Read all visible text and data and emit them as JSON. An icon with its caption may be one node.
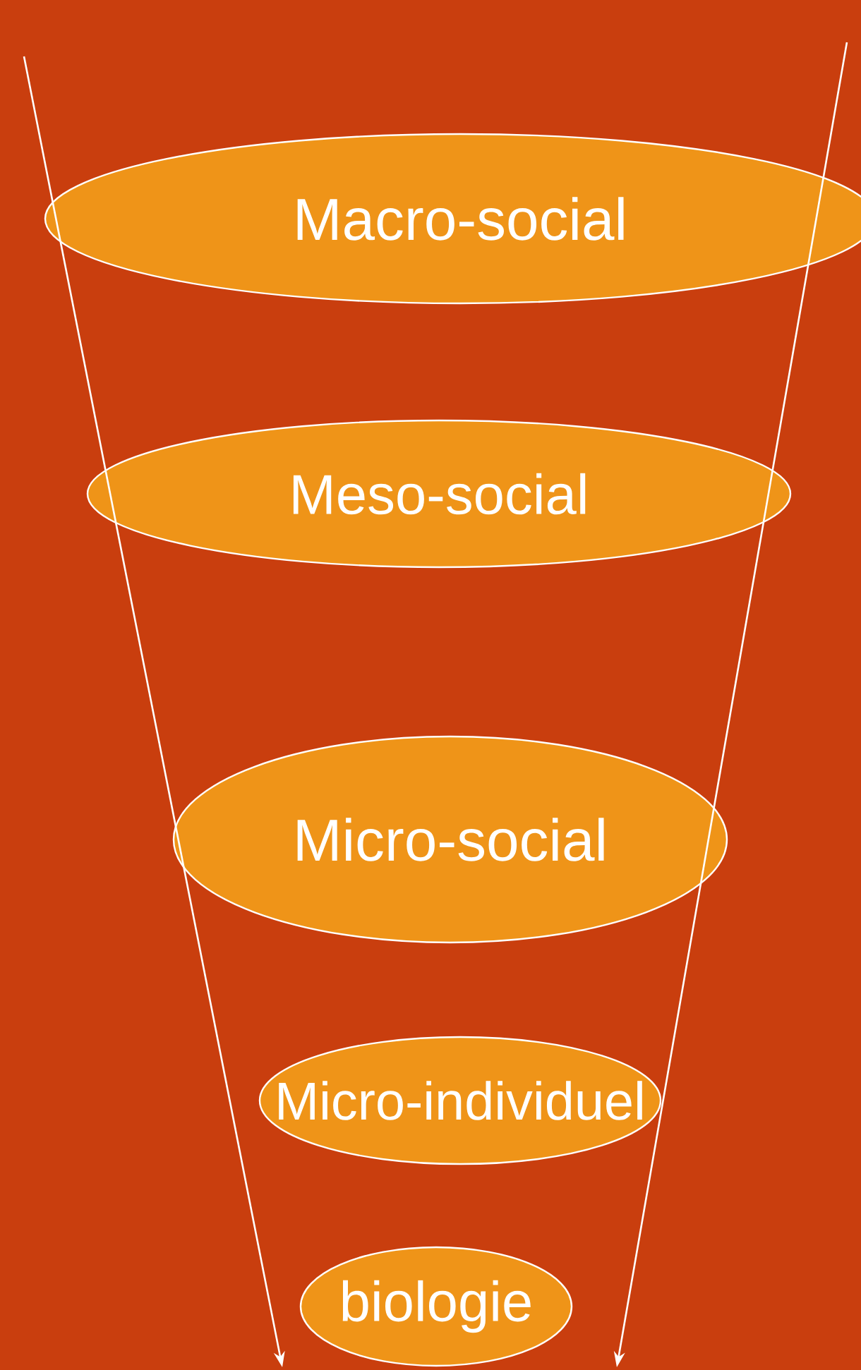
{
  "diagram": {
    "nodes": [
      {
        "text": [
          "Macro-social"
        ]
      },
      {
        "text": [
          "Meso-social"
        ]
      },
      {
        "text": [
          "Micro-social"
        ]
      },
      {
        "text": [
          "Micro-individuel"
        ]
      },
      {
        "text": [
          "biologie"
        ]
      }
    ]
  }
}
